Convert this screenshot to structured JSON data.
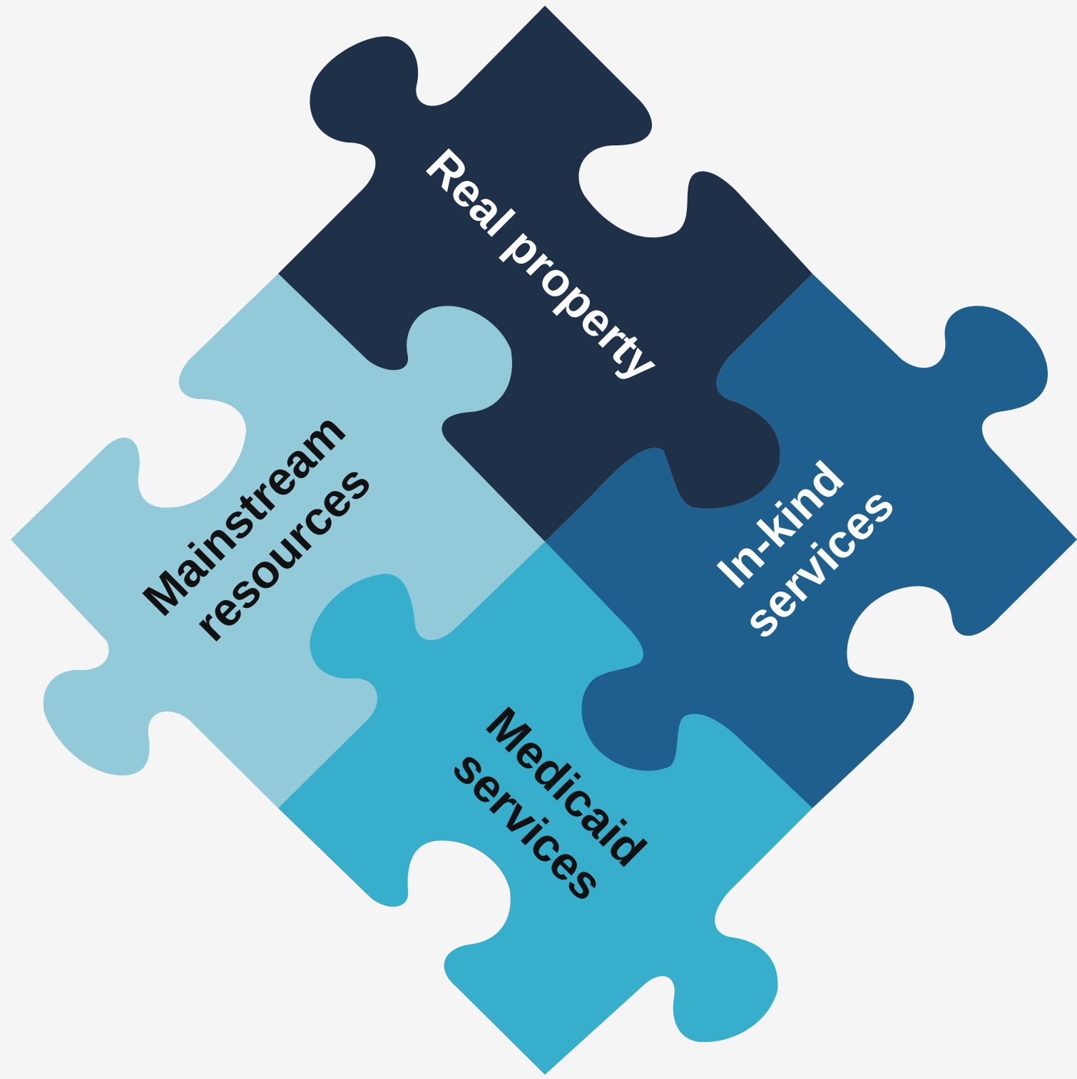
{
  "background_color": "#f5f5f5",
  "pieces": [
    {
      "id": "real-property",
      "label_lines": [
        "Real property"
      ],
      "fill": "#1f3049",
      "text_color": "#ffffff",
      "rotation_deg": 45
    },
    {
      "id": "in-kind-services",
      "label_lines": [
        "In-kind",
        "services"
      ],
      "fill": "#1f5f8d",
      "text_color": "#ffffff",
      "rotation_deg": -45
    },
    {
      "id": "mainstream-resources",
      "label_lines": [
        "Mainstream",
        "resources"
      ],
      "fill": "#92cad9",
      "text_color": "#111111",
      "rotation_deg": -45
    },
    {
      "id": "medicaid-services",
      "label_lines": [
        "Medicaid",
        "services"
      ],
      "fill": "#37aecb",
      "text_color": "#111111",
      "rotation_deg": 45
    }
  ]
}
